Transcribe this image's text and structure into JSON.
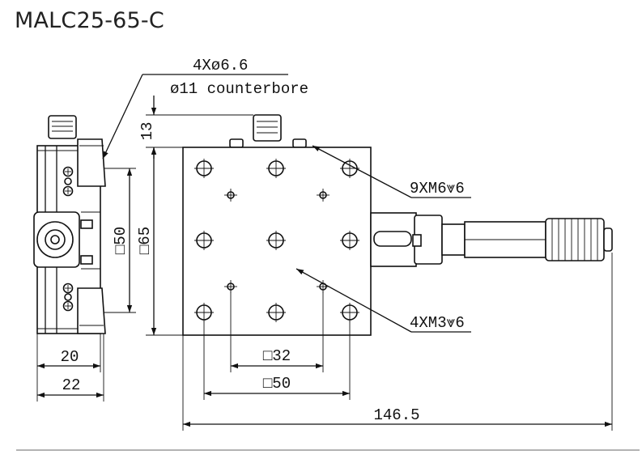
{
  "title": "MALC25-65-C",
  "callouts": {
    "mount_holes": "4Xø6.6",
    "counterbore": "ø11 counterbore",
    "top_holes": "9XM6⩔⁢6",
    "inner_holes": "4XM3⩔⁢6"
  },
  "dimensions": {
    "height_13": "13",
    "side_50": "□50",
    "side_65": "□65",
    "width_20": "20",
    "width_22": "22",
    "spacing_32": "□32",
    "spacing_50": "□50",
    "total_146_5": "146.5"
  }
}
